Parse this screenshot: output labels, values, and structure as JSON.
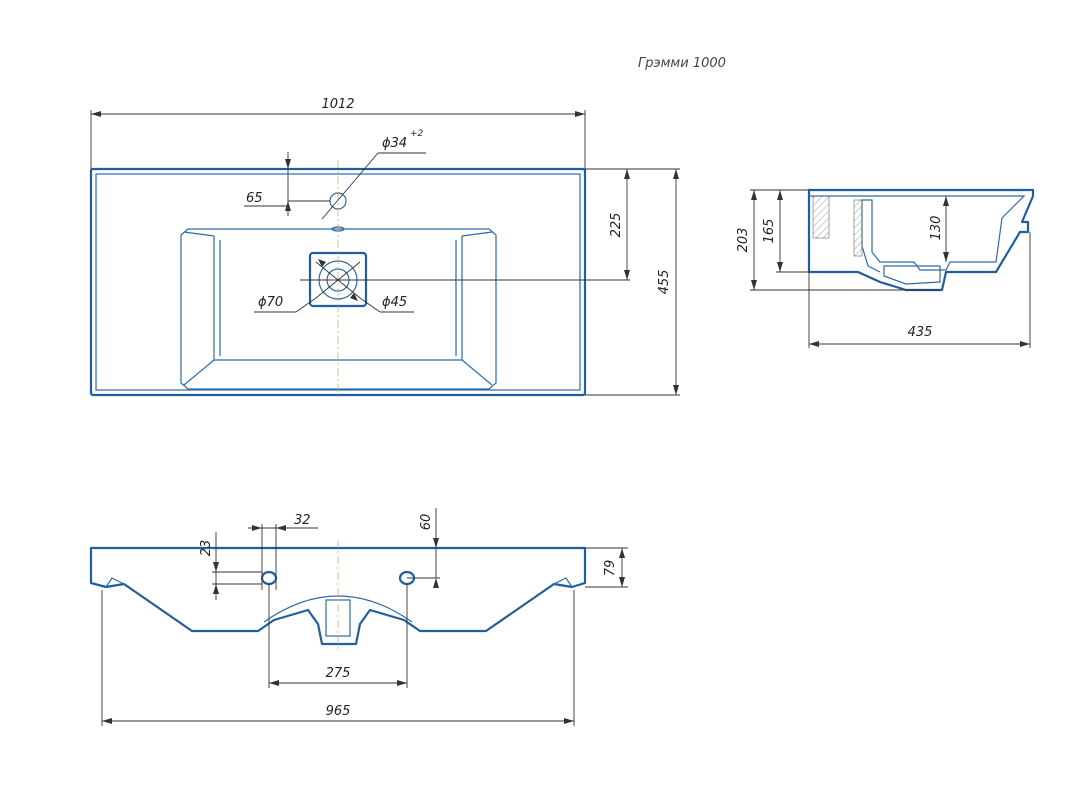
{
  "title": "Грэмми 1000",
  "colors": {
    "outline": "#1f5f9e",
    "dimension": "#333333",
    "axis": "#d2a05a"
  },
  "top_view": {
    "width_label": "1012",
    "depth_label": "455",
    "faucet_offset_label": "225",
    "faucet_edge_label": "65",
    "faucet_hole_label": "ϕ34",
    "faucet_hole_tolerance": "+2",
    "drain_outer_label": "ϕ70",
    "drain_inner_label": "ϕ45"
  },
  "side_view": {
    "height_total_label": "203",
    "height_body_label": "165",
    "bowl_depth_label": "130",
    "depth_label": "435"
  },
  "front_view": {
    "hole_pitch_label": "32",
    "hole_offset_label": "23",
    "hole_height_label": "60",
    "thickness_label": "79",
    "hole_spacing_label": "275",
    "base_width_label": "965"
  }
}
